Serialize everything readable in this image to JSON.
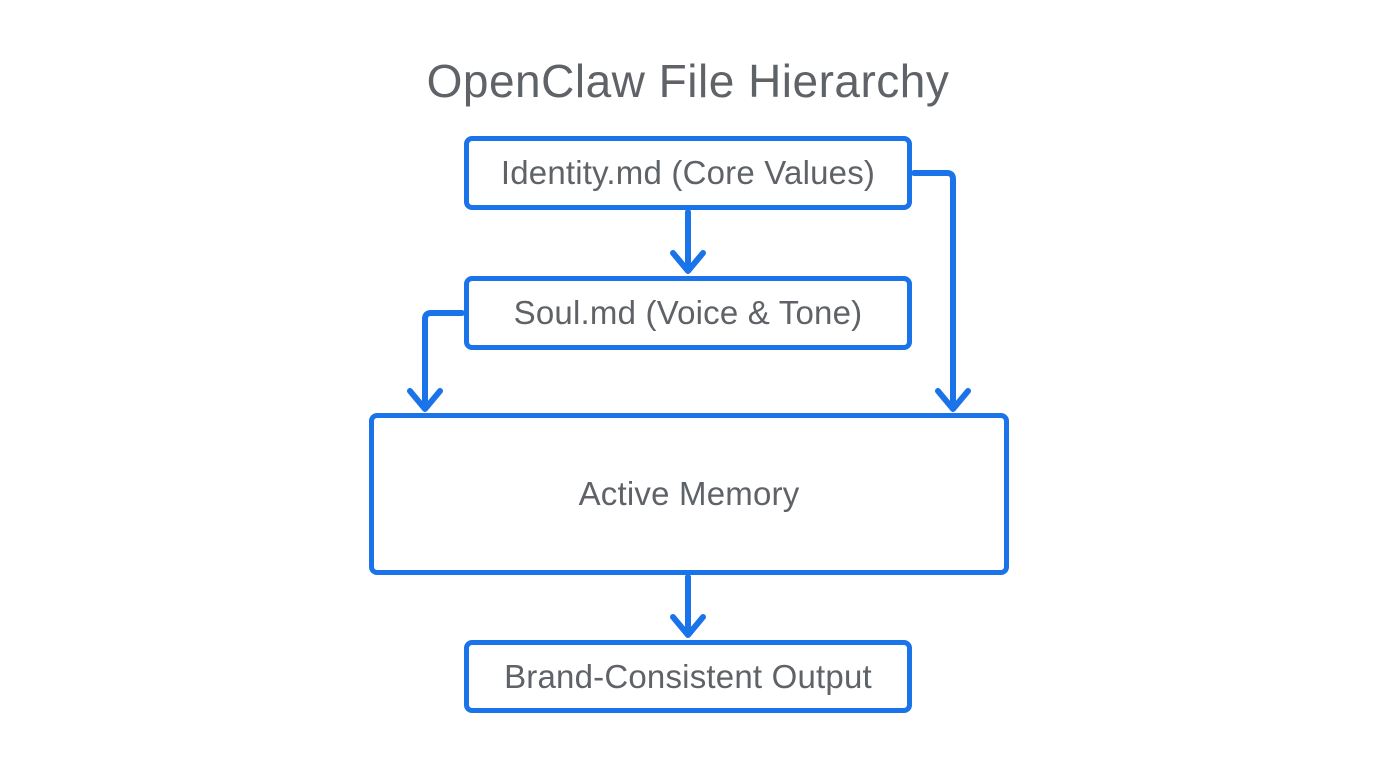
{
  "title": "OpenClaw File Hierarchy",
  "colors": {
    "accent": "#1a73e8",
    "text": "#5f6368",
    "background": "#ffffff"
  },
  "nodes": [
    {
      "id": "identity",
      "label": "Identity.md (Core Values)"
    },
    {
      "id": "soul",
      "label": "Soul.md (Voice & Tone)"
    },
    {
      "id": "active_memory",
      "label": "Active Memory"
    },
    {
      "id": "output",
      "label": "Brand-Consistent Output"
    }
  ],
  "edges": [
    {
      "from": "identity",
      "to": "soul"
    },
    {
      "from": "identity",
      "to": "active_memory"
    },
    {
      "from": "soul",
      "to": "active_memory"
    },
    {
      "from": "active_memory",
      "to": "output"
    }
  ]
}
